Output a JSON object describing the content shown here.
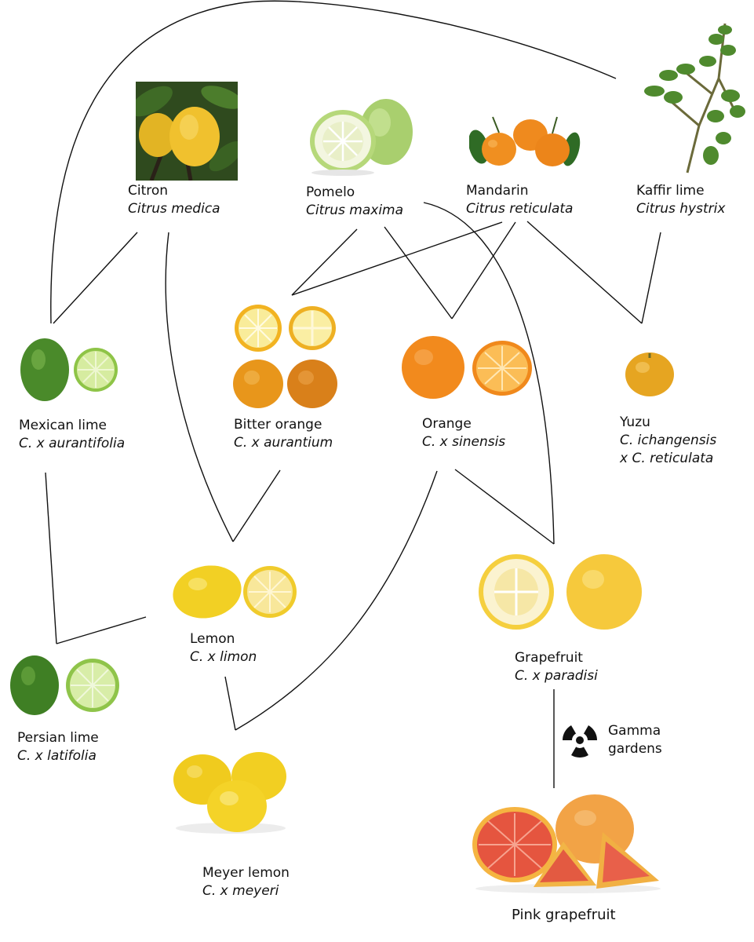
{
  "species": {
    "citron": {
      "common": "Citron",
      "scientific": "Citrus medica"
    },
    "pomelo": {
      "common": "Pomelo",
      "scientific": "Citrus maxima"
    },
    "mandarin": {
      "common": "Mandarin",
      "scientific": "Citrus reticulata"
    },
    "kaffir_lime": {
      "common": "Kaffir lime",
      "scientific": "Citrus hystrix"
    },
    "mexican_lime": {
      "common": "Mexican lime",
      "scientific": "C. x aurantifolia"
    },
    "bitter_orange": {
      "common": "Bitter orange",
      "scientific": "C. x aurantium"
    },
    "orange": {
      "common": "Orange",
      "scientific": "C. x sinensis"
    },
    "yuzu": {
      "common": "Yuzu",
      "scientific": "C. ichangensis",
      "scientific_2": "x C. reticulata"
    },
    "lemon": {
      "common": "Lemon",
      "scientific": "C. x limon"
    },
    "grapefruit": {
      "common": "Grapefruit",
      "scientific": "C. x paradisi"
    },
    "persian_lime": {
      "common": "Persian lime",
      "scientific": "C. x latifolia"
    },
    "meyer_lemon": {
      "common": "Meyer lemon",
      "scientific": "C. x meyeri"
    },
    "pink_grapefruit": {
      "common": "Pink grapefruit"
    }
  },
  "mutation": {
    "label_line1": "Gamma",
    "label_line2": "gardens",
    "icon": "radiation-icon"
  },
  "colors": {
    "lime_green": "#4a8f2e",
    "lime_flesh": "#cfe89a",
    "lemon_yellow": "#f2d22a",
    "orange": "#f08a1c",
    "grapefruit": "#f7d04a",
    "pink_flesh": "#e8614a",
    "pomelo": "#b9d77c"
  }
}
